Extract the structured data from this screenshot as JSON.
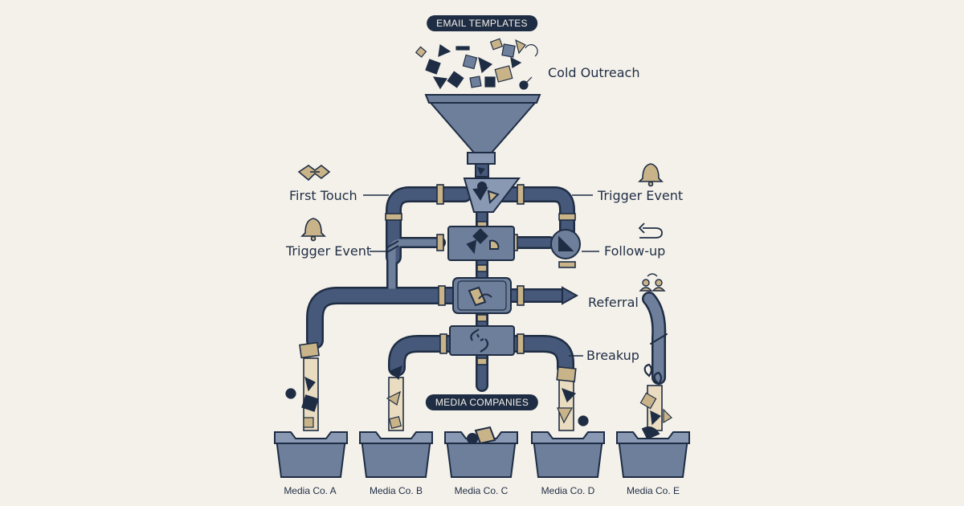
{
  "header": {
    "top_pill": "EMAIL TEMPLATES",
    "mid_pill": "MEDIA COMPANIES"
  },
  "stages": {
    "cold_outreach": "Cold Outreach",
    "first_touch": "First Touch",
    "trigger_event_right": "Trigger Event",
    "trigger_event_left": "Trigger Event",
    "follow_up": "Follow-up",
    "referral": "Referral",
    "breakup": "Breakup"
  },
  "bins": [
    "Media Co. A",
    "Media Co. B",
    "Media Co. C",
    "Media Co. D",
    "Media Co. E"
  ],
  "icons": {
    "first_touch": "handshake-icon",
    "trigger_event": "bell-icon",
    "follow_up": "return-arrow-icon",
    "referral": "referral-people-icon"
  },
  "colors": {
    "navy": "#1f2d44",
    "slate": "#6e7f9b",
    "pipe": "#47597a",
    "gold": "#c9b48a",
    "background": "#f4f1ea"
  }
}
